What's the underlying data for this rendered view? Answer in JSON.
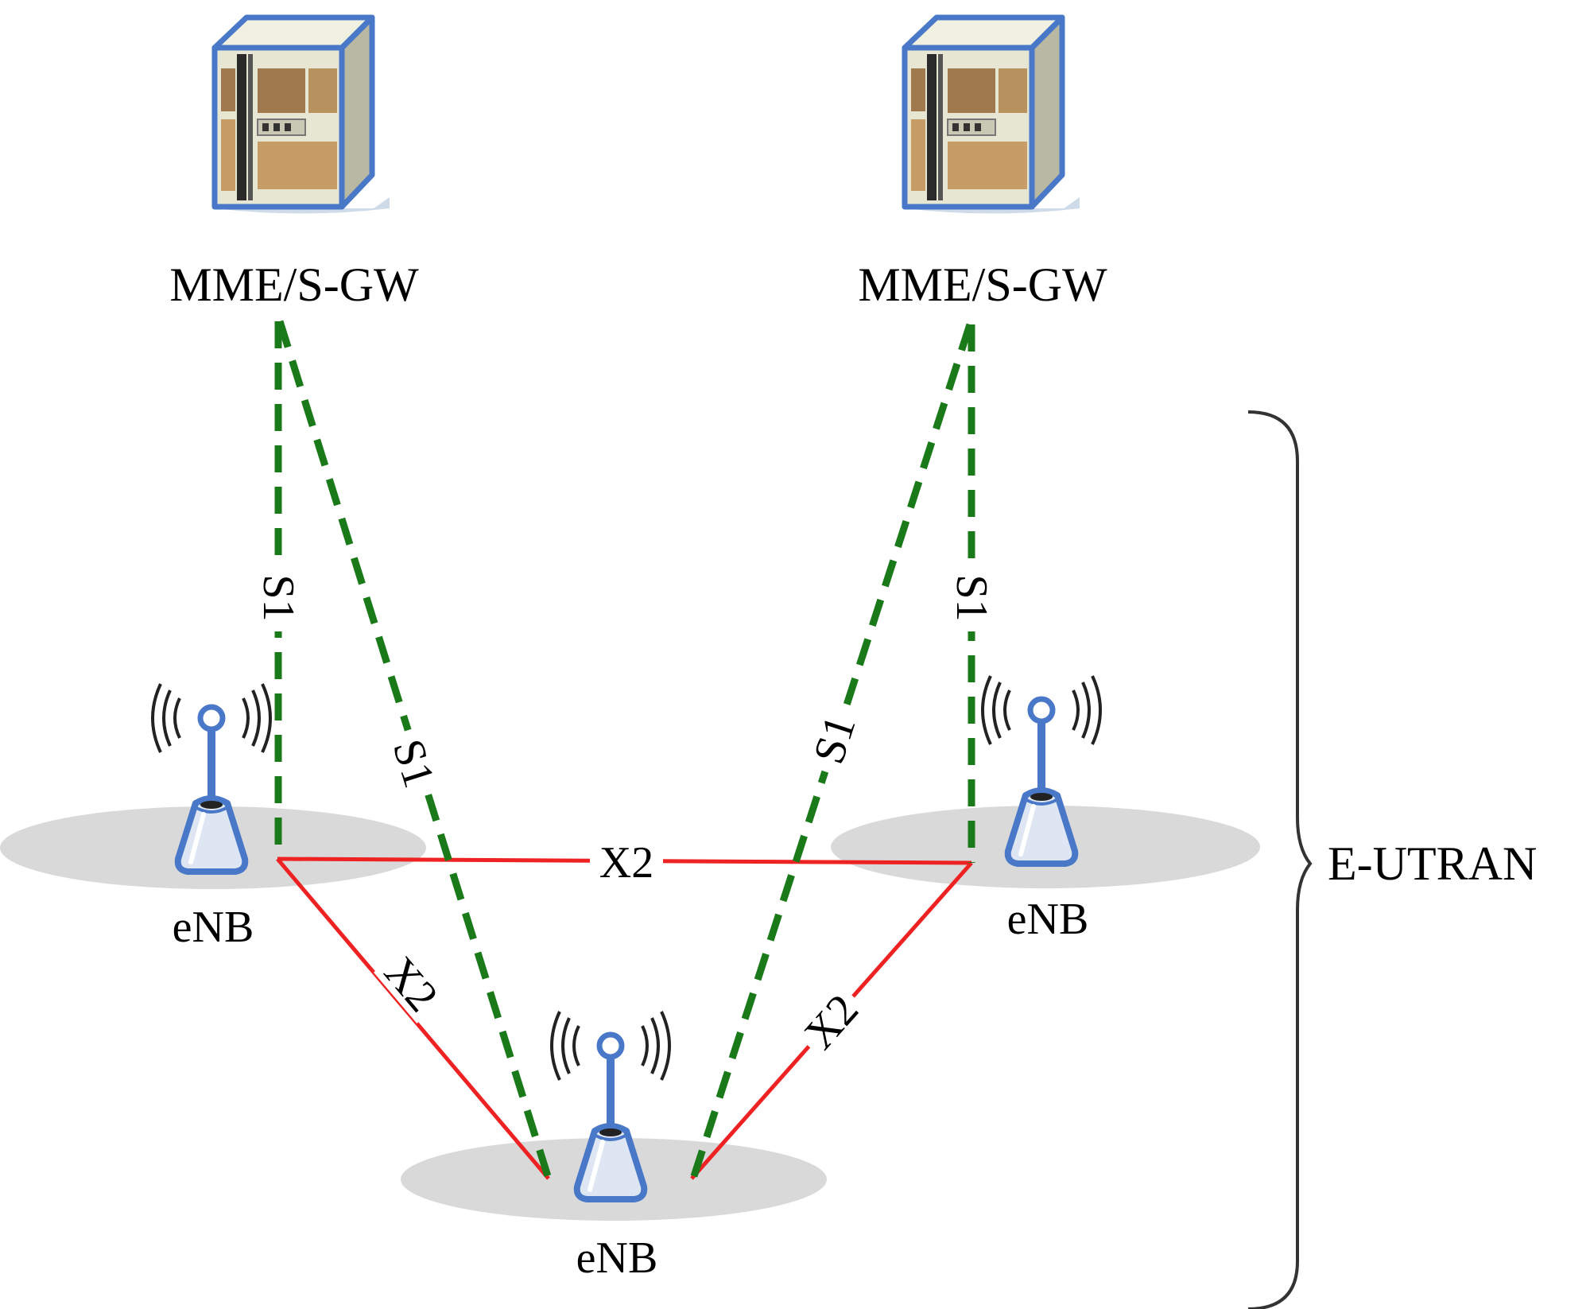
{
  "labels": {
    "mme_left": "MME/S-GW",
    "mme_right": "MME/S-GW",
    "enb_left": "eNB",
    "enb_right": "eNB",
    "enb_bottom": "eNB",
    "e_utran": "E-UTRAN",
    "s1": "S1",
    "x2": "X2"
  },
  "colors": {
    "s1_interface": "#1a7a1a",
    "x2_interface": "#ee2222",
    "device_outline": "#4a78c8",
    "device_fill": "#dde6f2",
    "server_body": "#e8e8d6",
    "server_panel": "#a07a4e",
    "ground_shadow": "#d9d9d9"
  },
  "icons": {
    "core": "server-icon",
    "base_station": "antenna-tower-icon"
  }
}
